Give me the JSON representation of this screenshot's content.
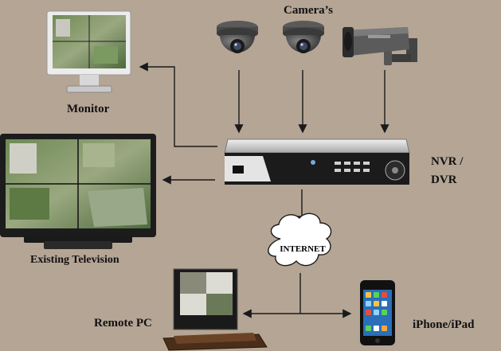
{
  "labels": {
    "cameras": "Camera’s",
    "monitor": "Monitor",
    "nvr_line1": "NVR /",
    "nvr_line2": "DVR",
    "television": "Existing Television",
    "internet": "INTERNET",
    "remote_pc": "Remote PC",
    "phone": "iPhone/iPad"
  },
  "icons": [
    "dome-camera-icon",
    "dome-camera-icon",
    "bullet-camera-icon",
    "monitor-icon",
    "television-icon",
    "dvr-recorder-icon",
    "cloud-icon",
    "desktop-pc-icon",
    "smartphone-icon"
  ],
  "colors": {
    "background": "#b5a595",
    "arrow": "#1a1a1a",
    "dvr_body": "#d9d9d9",
    "dvr_front": "#1b1b1b",
    "camera_body": "#4a4a4a"
  }
}
